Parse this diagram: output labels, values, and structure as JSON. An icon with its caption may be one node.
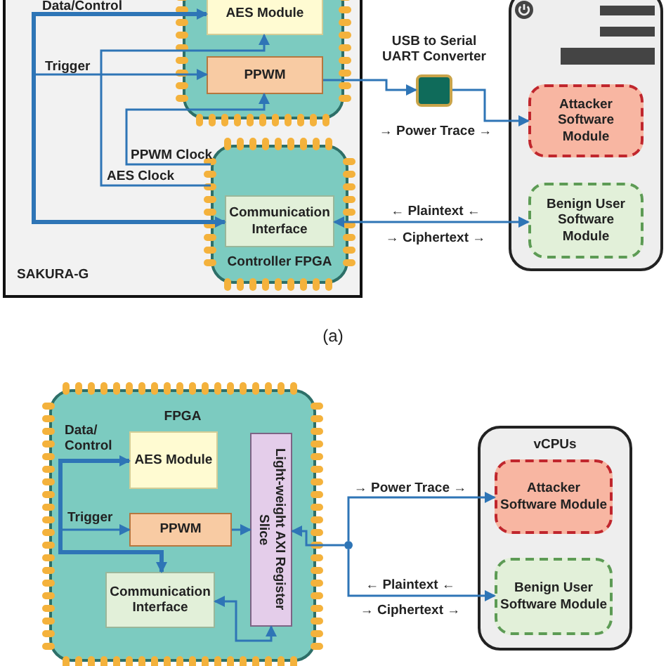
{
  "diagram": {
    "nodes": [
      {
        "text": [
          "SAKURA-G"
        ]
      },
      {
        "text": [],
        "shape": "box",
        "in": 0
      },
      {
        "text": [
          "AES Module"
        ],
        "in": 1
      },
      {
        "text": [
          "PPWM"
        ],
        "in": 1
      },
      {
        "text": [
          "Controller FPGA"
        ],
        "in": 0
      },
      {
        "text": [
          "Communication Interface"
        ],
        "in": 4
      },
      {
        "text": [
          "USB to Serial UART Converter"
        ]
      },
      {
        "text": [],
        "shape": "box"
      },
      {
        "text": [
          "Attacker Software Module"
        ],
        "in": 7
      },
      {
        "text": [
          "Benign User Software Module"
        ],
        "in": 7
      },
      {
        "text": [
          "FPGA"
        ]
      },
      {
        "text": [
          "AES Module"
        ],
        "in": 10
      },
      {
        "text": [
          "PPWM"
        ],
        "in": 10
      },
      {
        "text": [
          "Communication Interface"
        ],
        "in": 10
      },
      {
        "text": [
          "Light-weight AXI Register Slice"
        ],
        "in": 10
      },
      {
        "text": [
          "vCPUs"
        ]
      },
      {
        "text": [
          "Attacker Software Module"
        ],
        "in": 15
      },
      {
        "text": [
          "Benign User Software Module"
        ],
        "in": 15
      },
      {
        "text": [],
        "shape": "circle"
      }
    ],
    "edges": [
      {
        "from": 5,
        "to": 2,
        "arrow": "both",
        "label": "Data/Control",
        "style": "thick"
      },
      {
        "from": 5,
        "to": 3,
        "arrow": "to",
        "label": "Trigger"
      },
      {
        "from": 4,
        "to": 3,
        "arrow": "to",
        "label": "PPWM Clock"
      },
      {
        "from": 4,
        "to": 2,
        "arrow": "to",
        "label": "AES Clock"
      },
      {
        "from": 3,
        "to": 6,
        "arrow": "to"
      },
      {
        "from": 6,
        "to": 8,
        "arrow": "to"
      },
      {
        "from": 5,
        "to": 9,
        "arrow": "both"
      },
      {
        "from": 13,
        "to": 11,
        "arrow": "both",
        "label": "Data/ Control",
        "style": "thick"
      },
      {
        "from": 13,
        "to": 12,
        "arrow": "to",
        "label": "Trigger"
      },
      {
        "from": 12,
        "to": 14,
        "arrow": "to"
      },
      {
        "from": 14,
        "to": 13,
        "arrow": "both"
      },
      {
        "from": 18,
        "to": 14,
        "arrow": "to"
      },
      {
        "from": 18,
        "to": 16,
        "arrow": "to"
      },
      {
        "from": 18,
        "to": 17,
        "arrow": "to"
      }
    ],
    "labels": [
      "→ Power Trace →",
      "← Plaintext ←",
      "→ Ciphertext →",
      "(a)",
      "→ Power Trace →",
      "← Plaintext ←",
      "→ Ciphertext →"
    ]
  }
}
